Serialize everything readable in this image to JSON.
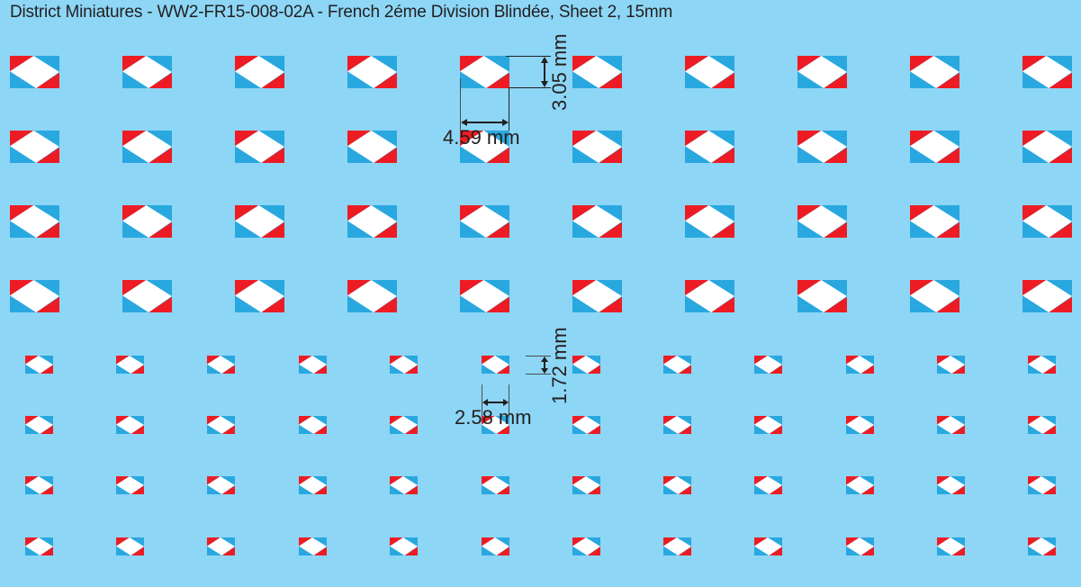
{
  "title": "District Miniatures - WW2-FR15-008-02A - French 2éme Division Blindée, Sheet 2, 15mm",
  "colors": {
    "background": "#8dd6f6",
    "red": "#ed1c24",
    "blue": "#29a8e0",
    "white": "#ffffff",
    "ink": "#231f20"
  },
  "large_decals": {
    "width": 55,
    "height": 36,
    "columns_x": [
      11,
      136,
      261,
      386,
      511,
      636,
      761,
      886,
      1011,
      1136
    ],
    "rows_y": [
      62,
      145,
      228,
      311
    ]
  },
  "small_decals": {
    "width": 31,
    "height": 20,
    "columns_x": [
      28,
      129,
      230,
      332,
      433,
      535,
      636,
      737,
      838,
      940,
      1041,
      1142
    ],
    "rows_y": [
      395,
      462,
      529,
      597
    ]
  },
  "dimensions": {
    "large_height_label": "3.05 mm",
    "large_width_label": "4.59 mm",
    "small_height_label": "1.72 mm",
    "small_width_label": "2.58 mm"
  }
}
